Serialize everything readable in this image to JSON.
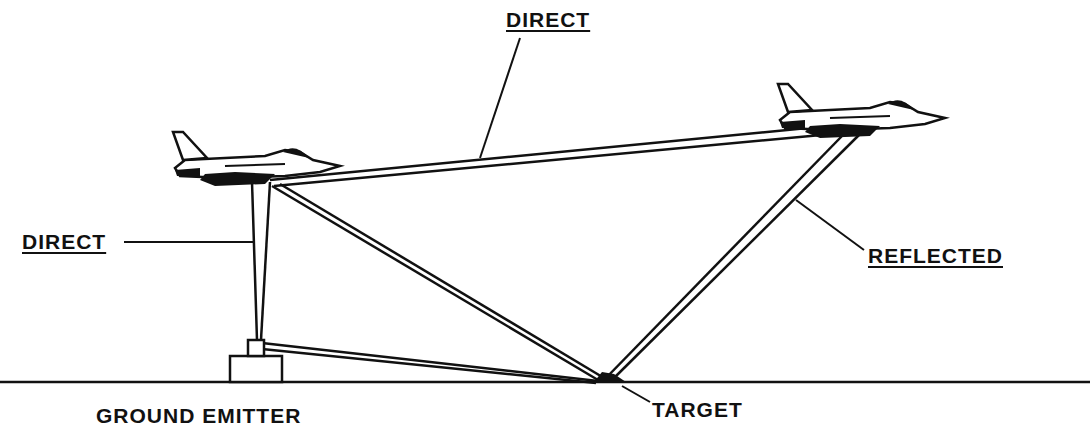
{
  "diagram": {
    "labels": [
      "DIRECT",
      "DIRECT",
      "REFLECTED",
      "GROUND EMITTER",
      "TARGET"
    ]
  }
}
